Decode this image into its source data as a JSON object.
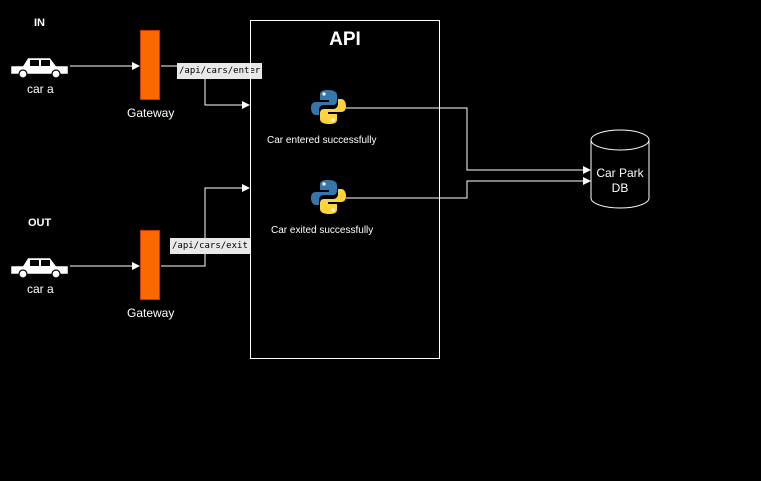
{
  "in_label": "IN",
  "out_label": "OUT",
  "car_in_label": "car a",
  "car_out_label": "car a",
  "gateway_in_label": "Gateway",
  "gateway_out_label": "Gateway",
  "enter_path": "/api/cars/enter",
  "exit_path": "/api/cars/exit",
  "api_title": "API",
  "enter_message": "Car entered successfully",
  "exit_message": "Car exited successfully",
  "db_label_line1": "Car Park",
  "db_label_line2": "DB",
  "colors": {
    "background": "#000000",
    "gateway": "#fa6800",
    "line": "#ffffff",
    "python_blue": "#3776ab",
    "python_yellow": "#ffd43b"
  },
  "icons": [
    "car-icon",
    "python-icon",
    "database-icon"
  ]
}
